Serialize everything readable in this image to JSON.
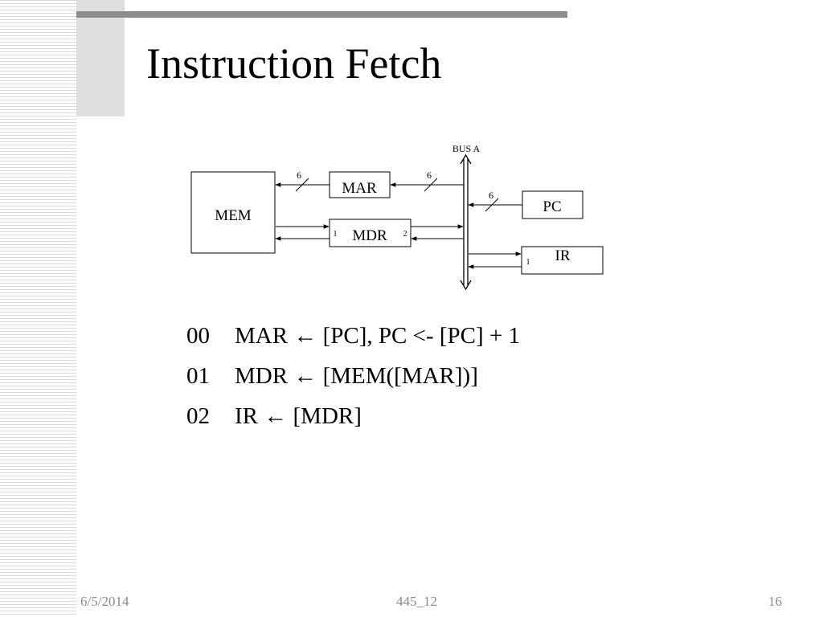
{
  "slide": {
    "title": "Instruction Fetch"
  },
  "diagram": {
    "bus_label": "BUS A",
    "blocks": {
      "mem": "MEM",
      "mar": "MAR",
      "mdr": "MDR",
      "pc": "PC",
      "ir": "IR"
    },
    "bus_widths": {
      "mem_mar": "6",
      "mar_bus": "6",
      "bus_pc": "6"
    },
    "port_labels": {
      "mdr_left": "1",
      "mdr_right": "2",
      "ir_left": "1"
    }
  },
  "steps": [
    {
      "num": "00",
      "text": "MAR ← [PC], PC <- [PC] + 1"
    },
    {
      "num": "01",
      "text": "MDR ← [MEM([MAR])]"
    },
    {
      "num": "02",
      "text": "IR ← [MDR]"
    }
  ],
  "footer": {
    "date": "6/5/2014",
    "center": "445_12",
    "page": "16"
  }
}
